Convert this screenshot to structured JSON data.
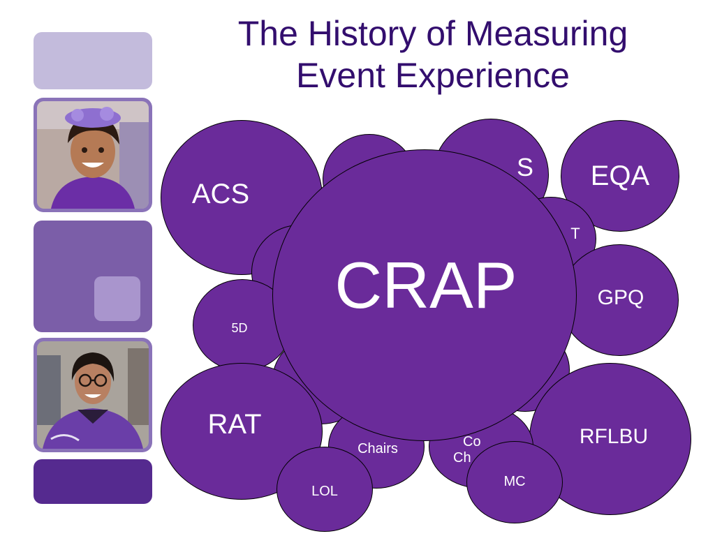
{
  "slide": {
    "title_line1": "The History of Measuring",
    "title_line2": "Event Experience"
  },
  "bubbles": {
    "acs": "ACS",
    "eqa": "EQA",
    "gpq": "GPQ",
    "rat": "RAT",
    "rflbu": "RFLBU",
    "five_d": "5D",
    "lol": "LOL",
    "mc": "MC",
    "chairs": "Chairs",
    "partial_top": "S",
    "partial_right": "T",
    "partial_cc_line1": "Co",
    "partial_cc_line2": "Ch",
    "crap": "CRAP"
  },
  "colors": {
    "title": "#330e6e",
    "bubble_fill": "#6a2b9a",
    "bubble_text": "#ffffff"
  }
}
